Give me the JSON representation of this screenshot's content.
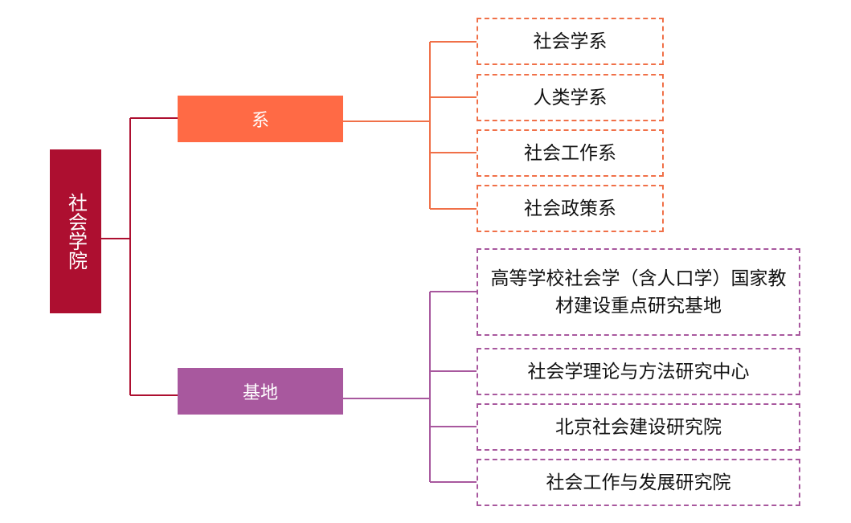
{
  "diagram": {
    "root": {
      "label": "社会学院",
      "color": "#ad0f30"
    },
    "branches": [
      {
        "label": "系",
        "color": "#ff6a45",
        "line_color": "#f07048",
        "children": [
          "社会学系",
          "人类学系",
          "社会工作系",
          "社会政策系"
        ]
      },
      {
        "label": "基地",
        "color": "#a8589e",
        "line_color": "#a8589e",
        "children": [
          "高等学校社会学（含人口学）国家教材建设重点研究基地",
          "社会学理论与方法研究中心",
          "北京社会建设研究院",
          "社会工作与发展研究院"
        ]
      }
    ]
  }
}
